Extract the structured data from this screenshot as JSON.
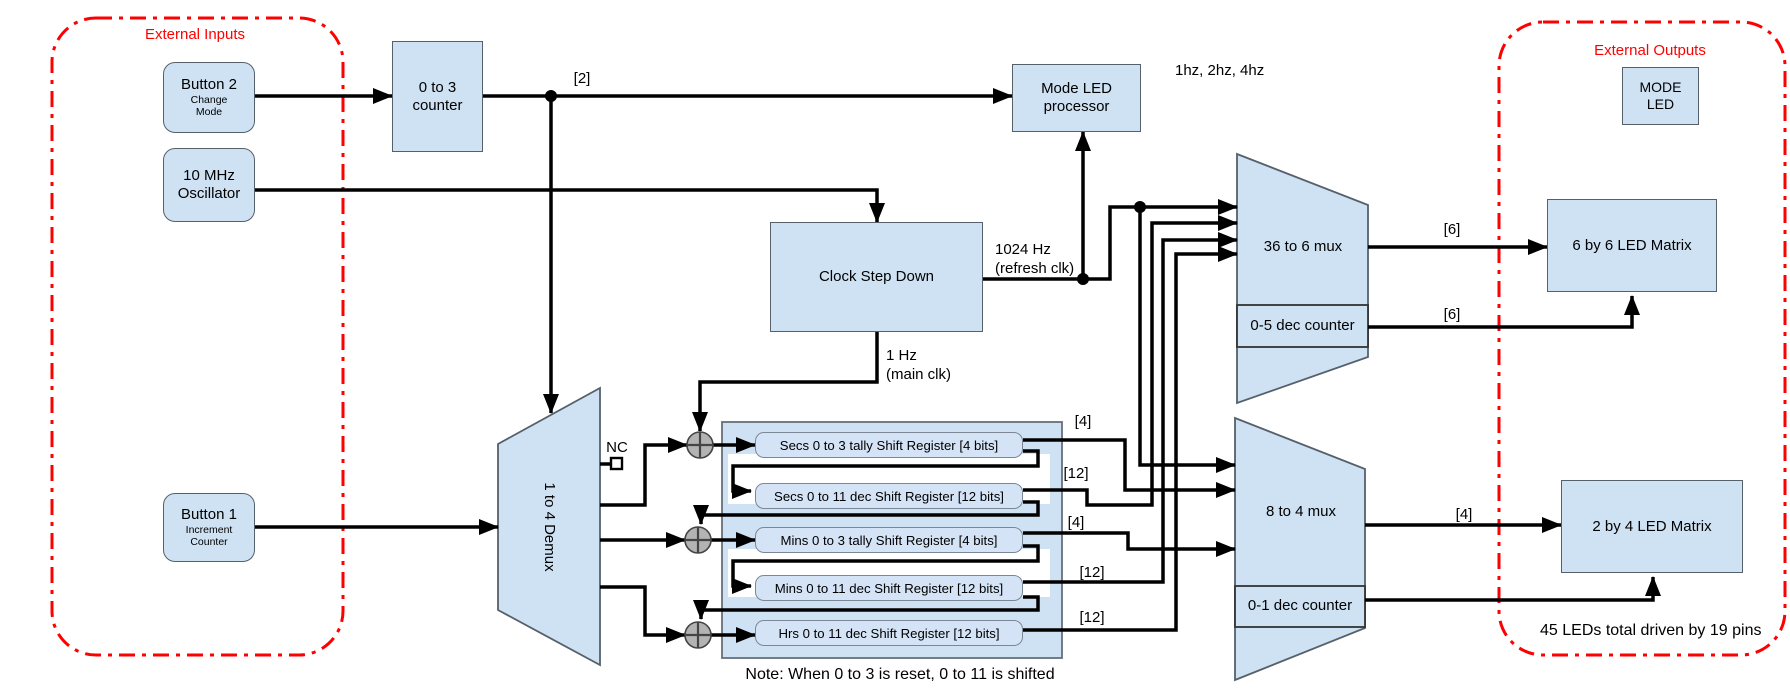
{
  "colors": {
    "box_fill": "#cfe2f3",
    "box_border": "#56606b",
    "wire": "#000000",
    "group_border": "#ff0000",
    "adder_fill": "#b3b3b3"
  },
  "inputs_group": {
    "label": "External Inputs"
  },
  "outputs_group": {
    "label": "External Outputs"
  },
  "blocks": {
    "button2": {
      "title": "Button 2",
      "line1": "Change",
      "line2": "Mode"
    },
    "oscillator": {
      "line1": "10 MHz",
      "line2": "Oscillator"
    },
    "button1": {
      "title": "Button 1",
      "line1": "Increment",
      "line2": "Counter"
    },
    "counter_0_3": {
      "line1": "0 to 3",
      "line2": "counter"
    },
    "clock_step_down": {
      "label": "Clock Step Down"
    },
    "mode_led_processor": {
      "line1": "Mode LED",
      "line2": "processor"
    },
    "demux": {
      "label": "1 to 4 Demux",
      "nc_label": "NC"
    },
    "mux_36_6": {
      "label": "36 to 6 mux",
      "counter": "0-5 dec counter"
    },
    "mux_8_4": {
      "label": "8 to 4 mux",
      "counter": "0-1 dec counter"
    },
    "led_matrix_6x6": {
      "label": "6 by 6 LED Matrix"
    },
    "led_matrix_2x4": {
      "label": "2 by 4 LED Matrix"
    },
    "mode_led": {
      "line1": "MODE",
      "line2": "LED"
    }
  },
  "registers": [
    "Secs 0 to 3 tally Shift Register [4 bits]",
    "Secs 0 to 11 dec Shift Register [12 bits]",
    "Mins 0 to 3 tally Shift Register [4 bits]",
    "Mins 0 to 11 dec Shift Register [12 bits]",
    "Hrs 0 to 11 dec Shift Register [12 bits]"
  ],
  "wire_labels": {
    "mode_bus": "[2]",
    "freq": "1hz, 2hz, 4hz",
    "refresh_line1": "1024 Hz",
    "refresh_line2": "(refresh clk)",
    "main_line1": "1 Hz",
    "main_line2": "(main clk)",
    "secs_tally_bus": "[4]",
    "secs_dec_bus": "[12]",
    "mins_tally_bus": "[4]",
    "mins_dec_bus": "[12]",
    "hrs_dec_bus": "[12]",
    "mux36_out": "[6]",
    "dec05_out": "[6]",
    "mux8_out": "[4]"
  },
  "notes": {
    "shift_note": "Note: When 0 to 3 is reset, 0 to 11 is shifted",
    "pins_note": "45 LEDs total driven by 19 pins"
  }
}
